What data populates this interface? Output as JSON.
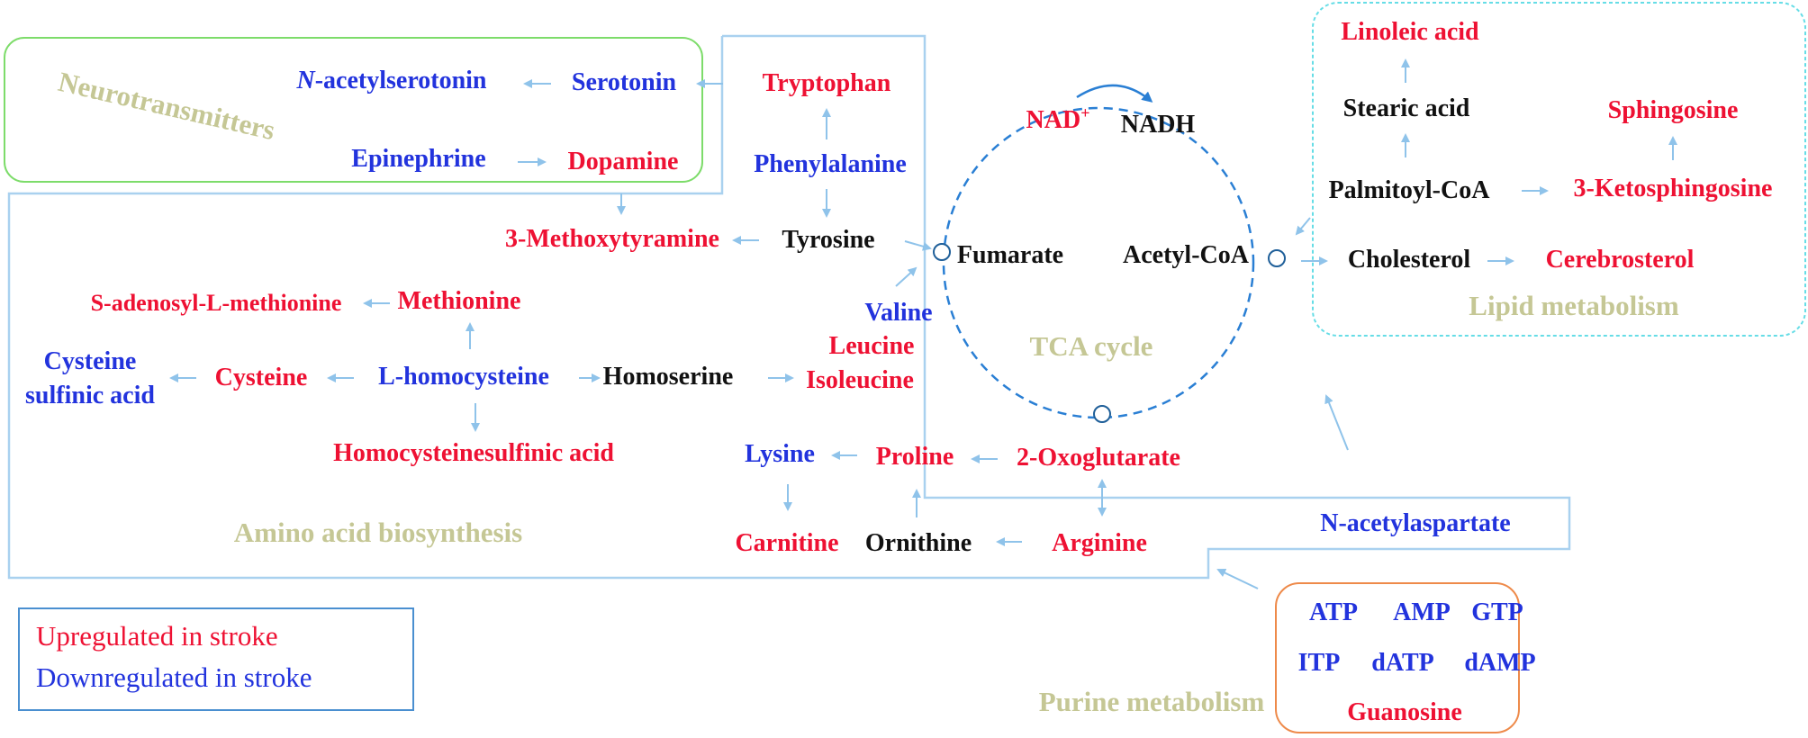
{
  "regions": {
    "neurotransmitters": "Neurotransmitters",
    "lipid_metabolism": "Lipid metabolism",
    "tca_cycle": "TCA cycle",
    "amino_acid_biosynthesis": "Amino acid biosynthesis",
    "purine_metabolism": "Purine metabolism"
  },
  "metabolites": {
    "n_acetylserotonin_prefix": "N",
    "n_acetylserotonin_rest": "-acetylserotonin",
    "serotonin": "Serotonin",
    "tryptophan": "Tryptophan",
    "epinephrine": "Epinephrine",
    "dopamine": "Dopamine",
    "phenylalanine": "Phenylalanine",
    "methoxytyramine": "3-Methoxytyramine",
    "tyrosine": "Tyrosine",
    "s_adenosyl": "S-adenosyl-L-methionine",
    "methionine": "Methionine",
    "cysteine_sulfinic_1": "Cysteine",
    "cysteine_sulfinic_2": "sulfinic acid",
    "cysteine": "Cysteine",
    "l_homocysteine": "L-homocysteine",
    "homoserine": "Homoserine",
    "valine": "Valine",
    "leucine": "Leucine",
    "isoleucine": "Isoleucine",
    "homocysteinesulfinic": "Homocysteinesulfinic acid",
    "lysine": "Lysine",
    "proline": "Proline",
    "oxoglutarate": "2-Oxoglutarate",
    "carnitine": "Carnitine",
    "ornithine": "Ornithine",
    "arginine": "Arginine",
    "n_acetylaspartate": "N-acetylaspartate",
    "nad": "NAD",
    "nad_sup": "+",
    "nadh": "NADH",
    "fumarate": "Fumarate",
    "acetyl_coa": "Acetyl-CoA",
    "linoleic_acid": "Linoleic acid",
    "stearic_acid": "Stearic acid",
    "sphingosine": "Sphingosine",
    "palmitoyl_coa": "Palmitoyl-CoA",
    "ketosphingosine": "3-Ketosphingosine",
    "cholesterol": "Cholesterol",
    "cerebrosterol": "Cerebrosterol",
    "atp": "ATP",
    "amp": "AMP",
    "gtp": "GTP",
    "itp": "ITP",
    "datp": "dATP",
    "damp": "dAMP",
    "guanosine": "Guanosine"
  },
  "legend": {
    "up": "Upregulated in stroke",
    "down": "Downregulated in stroke"
  },
  "colors": {
    "upregulated": "#ee1133",
    "downregulated": "#2233dd",
    "unchanged": "#111111",
    "arrow": "#8fc3ea",
    "region_label": "#c5c795",
    "neurotransmitters_box": "#7ddc6a",
    "lipid_box": "#66dde6",
    "purine_box": "#ee8a4a",
    "amino_acid_boundary": "#a9d1ef",
    "tca_circle": "#2a7fd4"
  }
}
